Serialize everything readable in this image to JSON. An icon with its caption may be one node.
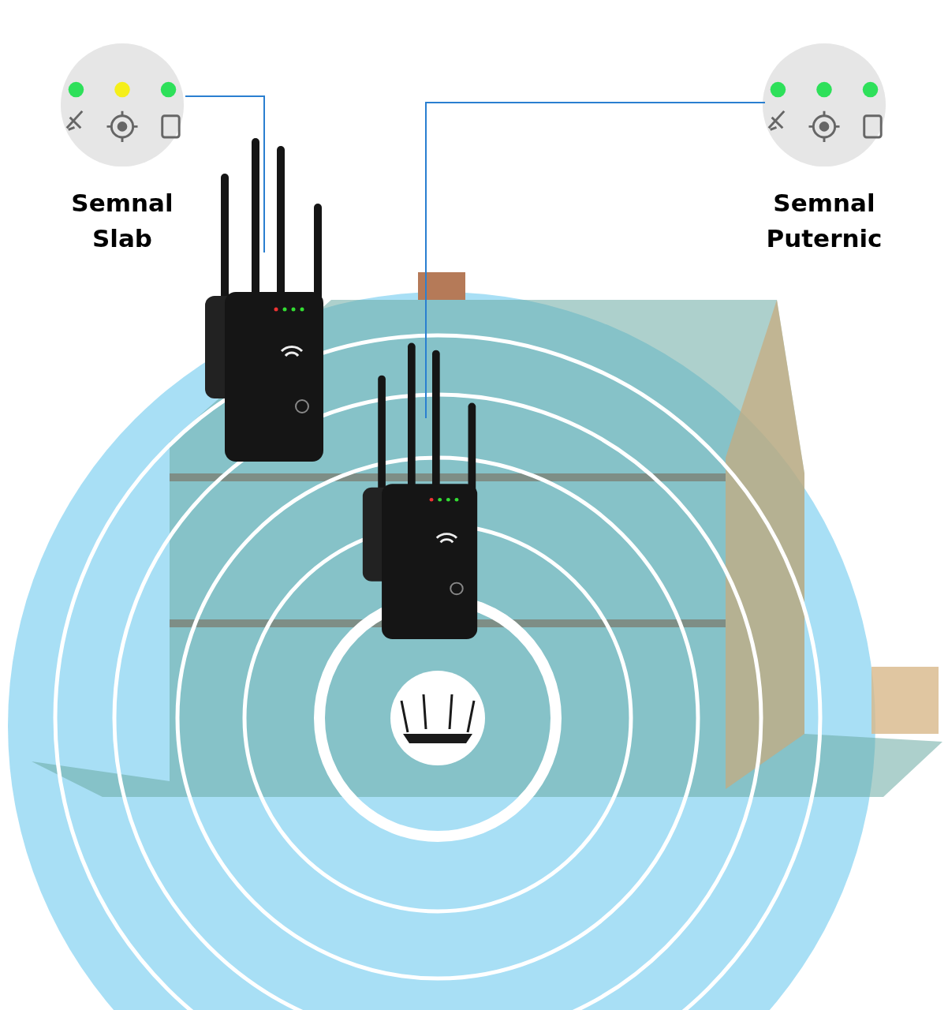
{
  "diagram": {
    "nodes": [
      {
        "text": [
          "Semnal Slab"
        ]
      },
      {
        "text": [],
        "shape": "picture"
      },
      {
        "text": [
          "Semnal Puternic"
        ]
      },
      {
        "text": [],
        "shape": "picture"
      },
      {
        "text": [],
        "shape": "picture"
      }
    ],
    "edges": [
      {
        "from": 0,
        "to": 1,
        "arrow": "none"
      },
      {
        "from": 2,
        "to": 3,
        "arrow": "none"
      }
    ]
  }
}
